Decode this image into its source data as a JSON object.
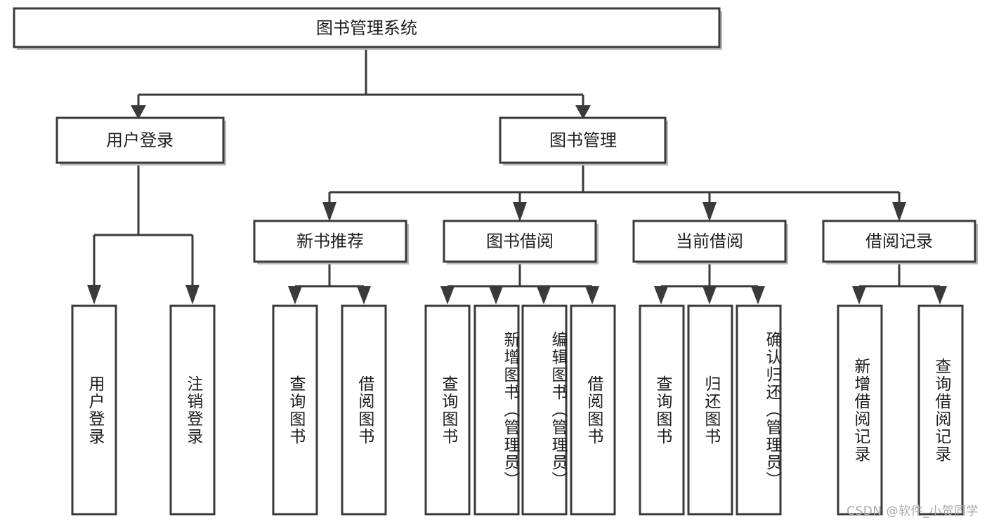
{
  "diagram": {
    "type": "tree-hierarchy",
    "title": "图书管理系统",
    "watermark": "CSDN @软件_小贺同学",
    "colors": {
      "box_stroke": "#3a3a3a",
      "box_fill": "#ffffff",
      "text": "#1d1d1d",
      "shadow": "#b9b9b9",
      "watermark": "#a8a8a8",
      "background": "#ffffff"
    },
    "levels": {
      "level1": [
        "图书管理系统"
      ],
      "level2": [
        "用户登录",
        "图书管理"
      ],
      "level3": [
        "新书推荐",
        "图书借阅",
        "当前借阅",
        "借阅记录"
      ],
      "level4": [
        "用户登录",
        "注销登录",
        "查询图书",
        "借阅图书",
        "查询图书",
        "新增图书（管理员）",
        "编辑图书（管理员）",
        "借阅图书",
        "查询图书",
        "归还图书",
        "确认归还（管理员）",
        "新增借阅记录",
        "查询借阅记录"
      ]
    },
    "nodes": {
      "root": {
        "label": "图书管理系统"
      },
      "user_login": {
        "label": "用户登录"
      },
      "book_manage": {
        "label": "图书管理"
      },
      "new_book_rec": {
        "label": "新书推荐"
      },
      "book_borrow": {
        "label": "图书借阅"
      },
      "current_borrow": {
        "label": "当前借阅"
      },
      "borrow_record": {
        "label": "借阅记录"
      },
      "leaf_user_login": {
        "label": "用户登录"
      },
      "leaf_logout": {
        "label": "注销登录"
      },
      "leaf_query_book_a": {
        "label": "查询图书"
      },
      "leaf_borrow_book_a": {
        "label": "借阅图书"
      },
      "leaf_query_book_b": {
        "label": "查询图书"
      },
      "leaf_add_book": {
        "label": "新增图书（管理员）"
      },
      "leaf_edit_book": {
        "label": "编辑图书（管理员）"
      },
      "leaf_borrow_book_b": {
        "label": "借阅图书"
      },
      "leaf_query_book_c": {
        "label": "查询图书"
      },
      "leaf_return_book": {
        "label": "归还图书"
      },
      "leaf_confirm_return": {
        "label": "确认归还（管理员）"
      },
      "leaf_add_record": {
        "label": "新增借阅记录"
      },
      "leaf_query_record": {
        "label": "查询借阅记录"
      }
    },
    "edges": [
      {
        "from": "root",
        "to": "user_login"
      },
      {
        "from": "root",
        "to": "book_manage"
      },
      {
        "from": "user_login",
        "to": "leaf_user_login"
      },
      {
        "from": "user_login",
        "to": "leaf_logout"
      },
      {
        "from": "book_manage",
        "to": "new_book_rec"
      },
      {
        "from": "book_manage",
        "to": "book_borrow"
      },
      {
        "from": "book_manage",
        "to": "current_borrow"
      },
      {
        "from": "book_manage",
        "to": "borrow_record"
      },
      {
        "from": "new_book_rec",
        "to": "leaf_query_book_a"
      },
      {
        "from": "new_book_rec",
        "to": "leaf_borrow_book_a"
      },
      {
        "from": "book_borrow",
        "to": "leaf_query_book_b"
      },
      {
        "from": "book_borrow",
        "to": "leaf_add_book"
      },
      {
        "from": "book_borrow",
        "to": "leaf_edit_book"
      },
      {
        "from": "book_borrow",
        "to": "leaf_borrow_book_b"
      },
      {
        "from": "current_borrow",
        "to": "leaf_query_book_c"
      },
      {
        "from": "current_borrow",
        "to": "leaf_return_book"
      },
      {
        "from": "current_borrow",
        "to": "leaf_confirm_return"
      },
      {
        "from": "borrow_record",
        "to": "leaf_add_record"
      },
      {
        "from": "borrow_record",
        "to": "leaf_query_record"
      }
    ]
  }
}
